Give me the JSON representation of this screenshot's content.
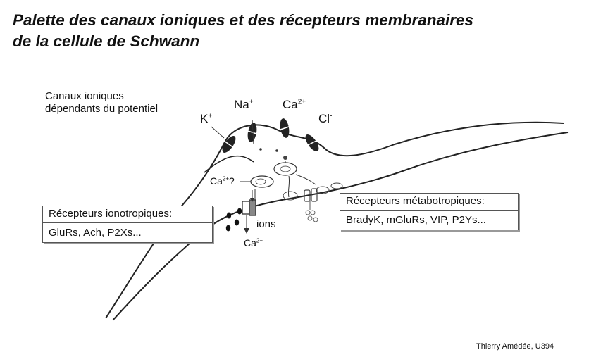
{
  "title": {
    "line1": "Palette des canaux ioniques et des récepteurs membranaires",
    "line2": "de la cellule de Schwann"
  },
  "voltage_channels_label": {
    "line1": "Canaux ioniques",
    "line2": "dépendants du potentiel"
  },
  "ions": {
    "k": {
      "symbol": "K",
      "charge": "+"
    },
    "na": {
      "symbol": "Na",
      "charge": "+"
    },
    "ca_top": {
      "symbol": "Ca",
      "charge": "2+"
    },
    "cl": {
      "symbol": "Cl",
      "charge": "-"
    },
    "ca_inner": {
      "symbol": "Ca",
      "charge": "2+",
      "suffix": "?"
    },
    "ca_bottom": {
      "symbol": "Ca",
      "charge": "2+"
    },
    "ions_label": "ions"
  },
  "ionotropic_box": {
    "header": "Récepteurs ionotropiques:",
    "items": "GluRs, Ach, P2Xs..."
  },
  "metabotropic_box": {
    "header": "Récepteurs métabotropiques:",
    "items": "BradyK, mGluRs, VIP, P2Ys..."
  },
  "credit": "Thierry Amédée, U394",
  "colors": {
    "line": "#222222",
    "channel": "#333333",
    "background": "#ffffff"
  }
}
